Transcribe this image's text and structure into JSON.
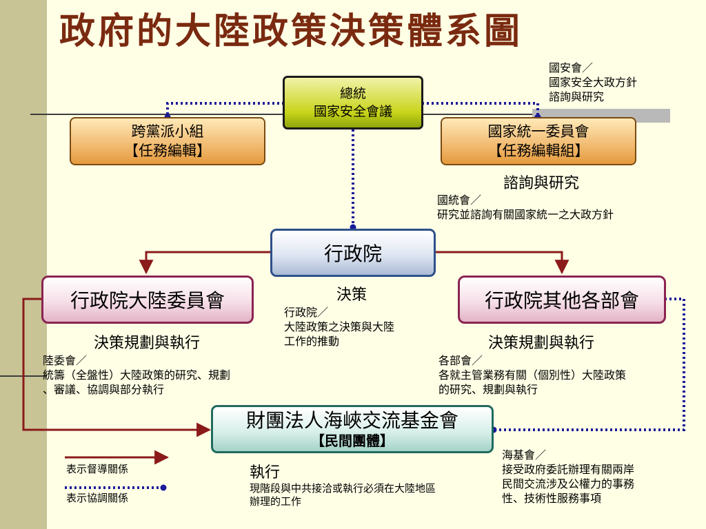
{
  "title": "政府的大陸政策決策體系圖",
  "nodes": {
    "president": {
      "line1": "總統",
      "line2": "國家安全會議"
    },
    "cross_party": {
      "line1": "跨黨派小組",
      "line2": "【任務編輯】"
    },
    "unification": {
      "line1": "國家統一委員會",
      "line2": "【任務編輯組】"
    },
    "executive_yuan": {
      "label": "行政院"
    },
    "mac": {
      "label": "行政院大陸委員會"
    },
    "ministries": {
      "label": "行政院其他各部會"
    },
    "sef": {
      "line1": "財團法人海峽交流基金會",
      "line2": "【民間團體】"
    }
  },
  "labels": {
    "consult": "諮詢與研究",
    "decide": "決策",
    "plan_left": "決策規劃與執行",
    "plan_right": "決策規劃與執行",
    "execute": "執行"
  },
  "notes": {
    "nsc": [
      "國安會／",
      "國家安全大政方針",
      "諮詢與研究"
    ],
    "ncu": [
      "國統會／",
      "研究並諮詢有關國家統一之大政方針"
    ],
    "ey": [
      "行政院／",
      "大陸政策之決策與大陸",
      "工作的推動"
    ],
    "mac": [
      "陸委會／",
      "統籌（全盤性）大陸政策的研究、規劃",
      "、審議、協調與部分執行"
    ],
    "ministries": [
      "各部會／",
      "各就主管業務有關（個別性）大陸政策",
      "的研究、規劃與執行"
    ],
    "sef": [
      "海基會／",
      "接受政府委託辦理有關兩岸",
      "民間交流涉及公權力的事務",
      "性、技術性服務事項"
    ],
    "execute": [
      "現階段與中共接洽或執行必須在大陸地區",
      "辦理的工作"
    ]
  },
  "legend": {
    "supervise": "表示督導關係",
    "coordinate": "表示協調關係"
  },
  "colors": {
    "supervise_line": "#8b1a1a",
    "coordinate_line": "#1a1a9a",
    "title": "#7a2a10"
  }
}
